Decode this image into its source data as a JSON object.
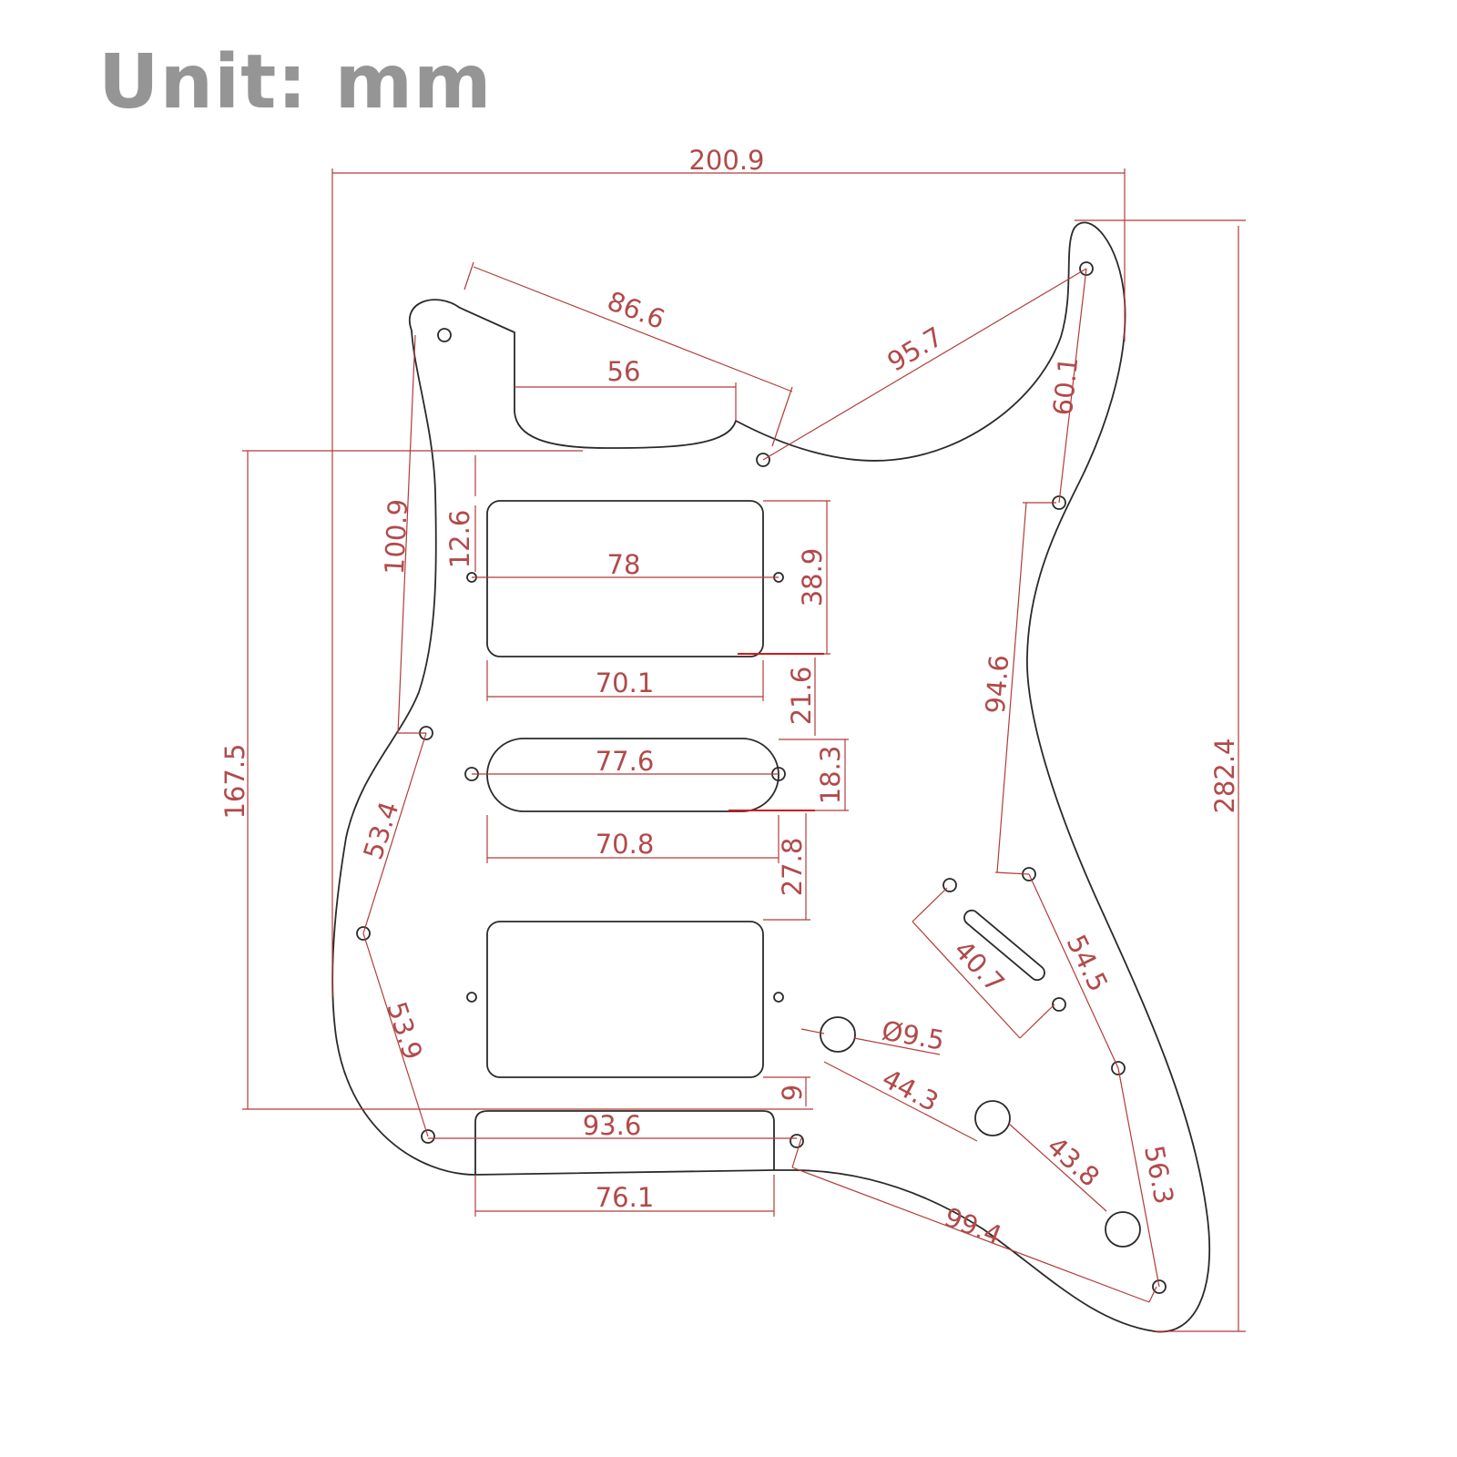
{
  "title": "Unit: mm",
  "colors": {
    "outline": "#2a2a2a",
    "dimension": "#b23b3b",
    "title": "#959595"
  },
  "dimensions": {
    "overall_width": "200.9",
    "overall_height": "282.4",
    "neck_to_switch_hole": "86.6",
    "neck_pocket_width": "56",
    "top_right_holes": "95.7",
    "right_upper_holes": "60.1",
    "left_upper_holes": "100.9",
    "neck_pickup_offset": "12.6",
    "neck_humbucker_screws": "78",
    "neck_humbucker_height": "38.9",
    "neck_humbucker_width": "70.1",
    "pickup_gap_upper": "21.6",
    "middle_single_screws": "77.6",
    "middle_single_height": "18.3",
    "middle_single_width": "70.8",
    "pickup_gap_lower": "27.8",
    "left_span": "167.5",
    "left_middle_holes": "53.4",
    "left_lower_holes": "53.9",
    "right_middle_holes": "94.6",
    "switch_slot_length": "40.7",
    "right_lower_holes": "54.5",
    "pot_diameter": "Ø9.5",
    "pot_spacing_1": "44.3",
    "pot_spacing_2": "43.8",
    "right_bottom_holes": "56.3",
    "bridge_pickup_gap": "9",
    "bottom_holes": "93.6",
    "bridge_cutout_width": "76.1",
    "bottom_right_holes": "99.4"
  }
}
